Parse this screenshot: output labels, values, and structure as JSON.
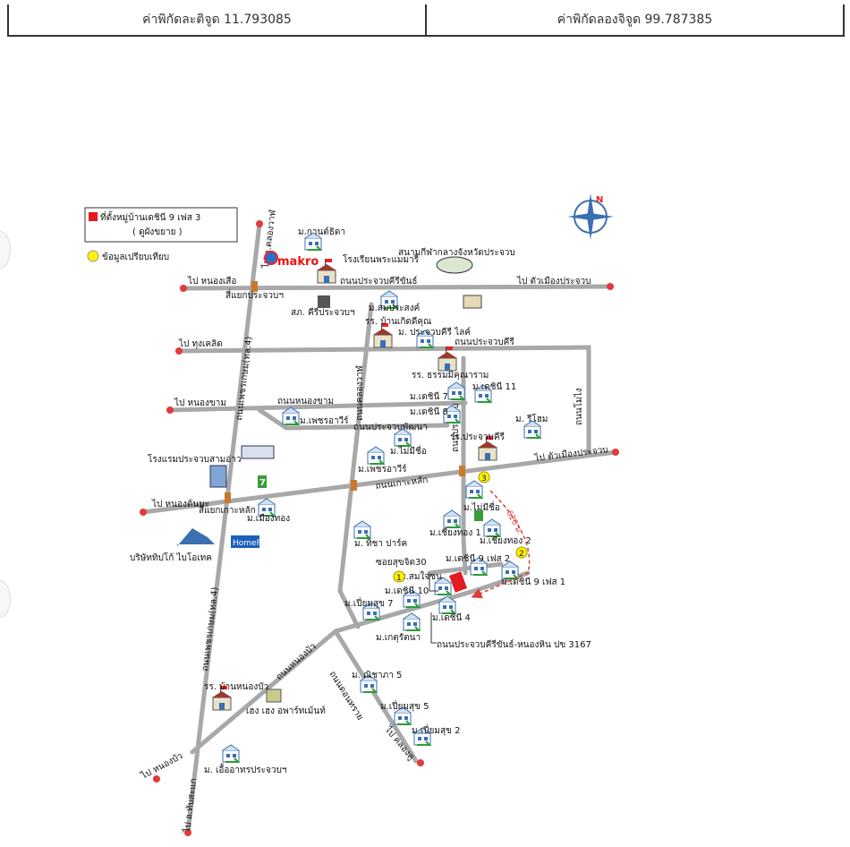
{
  "header": {
    "latitude_text": "ค่าพิกัดละติจูด 11.793085",
    "longitude_text": "ค่าพิกัดลองจิจูด 99.787385"
  },
  "legend": {
    "project_label": "ที่ตั้งหมู่บ้านเดชินี 9 เฟส 3",
    "project_sublabel": "( ดูผังขยาย )",
    "compare_label": "ข้อมูลเปรียบเทียบ"
  },
  "colors": {
    "road": "#a8a8a8",
    "arrow": "#e23a3a",
    "project": "#e01b22",
    "compare": "#fff200"
  },
  "directions": {
    "to_klong_wan": "ไป อ.คลองวาฬ",
    "to_nong_suea": "ไป หนองเสือ",
    "to_city_1": "ไป ตัวเมืองประจวบ",
    "to_thung_khlet": "ไป ทุงเคลิด",
    "to_nong_kham": "ไป หนองขาม",
    "to_nong_ton_ma": "ไป หนองต้นมะ",
    "to_city_2": "ไป ตัวเมืองประจวบ",
    "to_nong_bua": "ไป หนองบัว",
    "to_thap_sakae": "ไป อ.ทับสะแก",
    "to_khlong_khu": "ไป คลองคู"
  },
  "roads": {
    "phetkasem_upper": "ถนนเพชรเกษม(ทล.4)",
    "phetkasem_lower": "ถนนเพชรเกษม(ทล.4)",
    "prachuap_khiri_khan": "ถนนประจวบคีรีขันธ์",
    "prachuap_khiri": "ถนนประจวบคีรี",
    "nong_kham": "ถนนหนองขาม",
    "prachuap_phatthana": "ถนนประจวบพัฒนา",
    "ko_lak": "ถนนเกาะหลัก",
    "khlong_wan_rd": "ถนนคลองวาฬ",
    "nong_bua_rd": "ถนนหนองบัว",
    "don_sai": "ถนนดอนทราย",
    "prachuap_phatthana2": "ถนนประจวบ",
    "nong_mai": "ถนนโมไง",
    "nong_hin_rd": "ถนนประจวบคีรีขันธ์-หนองหิน ปข 3167",
    "soi_30": "ซอยสุขจิต30"
  },
  "intersections": {
    "prachuap_jn": "สี่แยกประจวบฯ",
    "ko_lak_jn": "สี่แยกเกาะหลัก"
  },
  "places": {
    "kanthida": "ม.กานต์ธิดา",
    "school_phra": "โรงเรียนพระแมมารี",
    "makro": "makro",
    "stadium": "สนามกีฬากลางจังหวัดประจวบ",
    "police": "สภ. คีรีประจวบฯ",
    "sombun": "ม.สมประสงค์",
    "ban_koet": "รร. บ้านเกิดดีคุณ",
    "prachuap_khiri_light": "ม. ประจวบคีรี ไลค์",
    "tham_khon": "รร. ธรรมมิคุณาราม",
    "dechini_7": "ม.เดชินี 7",
    "dechini_8": "ม.เดชินี 8",
    "dechini_11": "ม.เดชินี 11",
    "phetcharat": "ม.เพชรอาวีร์",
    "rihom": "ม. รีโฮม",
    "school_prachuap": "รร.ประจวบคีรี",
    "mai_chue": "ม.ไม่มีชื่อ",
    "hotel": "โรงแรมประจวบสามอ่าว",
    "seven": "7",
    "mueang_thong": "ม.เมืองทอง",
    "phetcharat_2": "ม.เพชรอาวีร์",
    "homepro": "HomePro",
    "company": "บริษัททิปโก้ ไบโอเทค",
    "chiang_thong_1": "ม.เชียงทอง 1",
    "chiang_thong_2": "ม.เชียงทอง 2",
    "sabai_park": "ม. ทิชา ปาร์ค",
    "dechini_9_2": "ม.เดชินี 9 เฟส 2",
    "dechini_9_1": "ม.เดชินี 9 เฟส 1",
    "som_chai": "ม.สมใจชน",
    "dechini_10": "ม.เดชินี 10",
    "biamsuk_7": "ม.เปี่ยมสุข 7",
    "dechini_4": "ม.เดชินี 4",
    "kathuk": "ม.เกตุรัตนา",
    "chiang_no_mai": "ม.ไม่มีชื่อ",
    "school_nongbua": "รร. บ้านหนองบัว",
    "eng_heng": "เฮง เฮง อพาร์ทเม้นท์",
    "nichapha_5": "ม. ณิชาภา 5",
    "biamsuk_5": "ม.เปี่ยมสุข 5",
    "biamsuk_2": "ม.เปี่ยมสุข 2",
    "ue_athon": "ม. เอื้ออาทรประจวบฯ"
  },
  "markers": {
    "m1": "1",
    "m2": "2",
    "m3": "3",
    "dist": "620 ม."
  }
}
